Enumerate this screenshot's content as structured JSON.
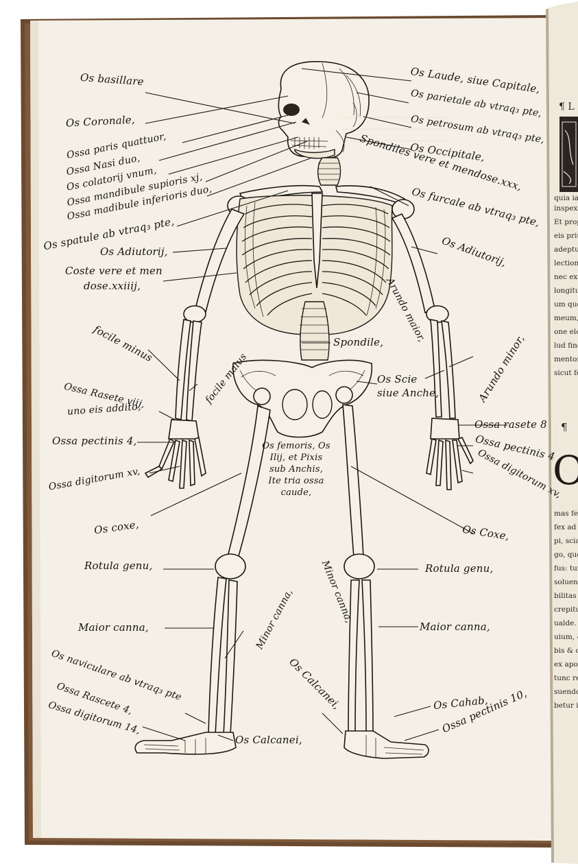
{
  "labels_left": [
    {
      "id": "os-basillare",
      "text": "Os basillare"
    },
    {
      "id": "os-coronale",
      "text": "Os Coronale,"
    },
    {
      "id": "ossa-paris",
      "text": "Ossa paris quattuor,"
    },
    {
      "id": "ossa-nasi",
      "text": "Ossa Nasi duo,"
    },
    {
      "id": "os-colatorii",
      "text": "Os colatorij vnum,"
    },
    {
      "id": "ossa-mand-sup",
      "text": "Ossa mandibule supioris xj,"
    },
    {
      "id": "ossa-mand-inf",
      "text": "Ossa madibule inferioris duo,"
    },
    {
      "id": "os-spatule",
      "text": "Os spatule ab vtraq₃ pte,"
    },
    {
      "id": "os-adiutorii-l",
      "text": "Os Adiutorij,"
    },
    {
      "id": "coste-1",
      "text": "Coste vere et men"
    },
    {
      "id": "coste-2",
      "text": "dose.xxiiij,"
    },
    {
      "id": "focile-minus",
      "text": "focile minus"
    },
    {
      "id": "focile-maius",
      "text": "focile maius"
    },
    {
      "id": "ossa-rasete-l1",
      "text": "Ossa Rasete viij,"
    },
    {
      "id": "ossa-rasete-l2",
      "text": "uno eis addito,"
    },
    {
      "id": "ossa-pectinis-l",
      "text": "Ossa pectinis 4,"
    },
    {
      "id": "ossa-digitorum-l",
      "text": "Ossa digitorum xv,"
    },
    {
      "id": "os-coxe-l",
      "text": "Os coxe,"
    },
    {
      "id": "rotula-genu-l",
      "text": "Rotula genu,"
    },
    {
      "id": "minor-canna-l",
      "text": "Minor canna,"
    },
    {
      "id": "maior-canna-l",
      "text": "Maior canna,"
    },
    {
      "id": "os-naviculare",
      "text": "Os naviculare ab vtraq₃ pte"
    },
    {
      "id": "ossa-rascete-4",
      "text": "Ossa Rascete 4,"
    },
    {
      "id": "ossa-digitorum-14",
      "text": "Ossa digitorum 14,"
    },
    {
      "id": "os-calcanei-b",
      "text": "Os Calcanei,"
    }
  ],
  "labels_right": [
    {
      "id": "os-laude",
      "text": "Os Laude, siue Capitale,"
    },
    {
      "id": "os-parietale",
      "text": "Os parietale ab vtraq₃ pte,"
    },
    {
      "id": "os-petrosum",
      "text": "Os petrosum ab vtraq₃ pte,"
    },
    {
      "id": "os-occipitale",
      "text": "Os Occipitale,"
    },
    {
      "id": "spondiles-1",
      "text": "Spondiles vere et mendose.xxx,"
    },
    {
      "id": "os-furcale",
      "text": "Os furcale ab vtraq₃ pte,"
    },
    {
      "id": "os-adiutorii-r",
      "text": "Os Adiutorij,"
    },
    {
      "id": "arundo-maior",
      "text": "Arundo maior,"
    },
    {
      "id": "arundo-minor",
      "text": "Arundo minor,"
    },
    {
      "id": "spondile",
      "text": "Spondile,"
    },
    {
      "id": "os-scie-1",
      "text": "Os Scie"
    },
    {
      "id": "os-scie-2",
      "text": "siue Anche,"
    },
    {
      "id": "ossa-rasete-r",
      "text": "Ossa rasete 8"
    },
    {
      "id": "ossa-pectinis-r",
      "text": "Ossa pectinis 4"
    },
    {
      "id": "ossa-digitorum-r",
      "text": "Ossa digitorum xv,"
    },
    {
      "id": "os-coxe-r",
      "text": "Os Coxe,"
    },
    {
      "id": "rotula-genu-r",
      "text": "Rotula genu,"
    },
    {
      "id": "maior-canna-r",
      "text": "Maior canna,"
    },
    {
      "id": "minor-canna-r",
      "text": "Minor canna,"
    },
    {
      "id": "os-calcanei-r",
      "text": "Os Calcanei,"
    },
    {
      "id": "os-cahab",
      "text": "Os Cahab,"
    },
    {
      "id": "ossa-pectinis-10",
      "text": "Ossa pectinis 10,"
    }
  ],
  "center_note": [
    "Os femoris, Os",
    "Ilij, et Pixis",
    "sub Anchis,",
    "Ite tria ossa",
    "caude,"
  ],
  "right_page": {
    "lines": [
      "quia iactan",
      "inspexerun",
      "Et propter",
      "eis priuatu",
      "adeptus fu",
      "lectionis li",
      "nec extrax",
      "longitudini",
      "um quoc",
      "meum, p",
      "one elon",
      "lud fine",
      "mentor",
      "sicut fe"
    ],
    "big_initial": "O",
    "lines2": [
      "mas ferr",
      "fex ad ft",
      "pi, sciam",
      "go, quoc",
      "fus: tunc",
      "soluend",
      "bilitas ui",
      "crepitus",
      "ualde. D",
      "uium, &",
      "bis & on",
      "ex apost",
      "tunc red",
      "suendo e",
      "betur inf"
    ]
  },
  "colors": {
    "paper": "#f3efe6",
    "ink": "#1a1612",
    "binding": "#6b4a2f",
    "background": "#ffffff"
  }
}
